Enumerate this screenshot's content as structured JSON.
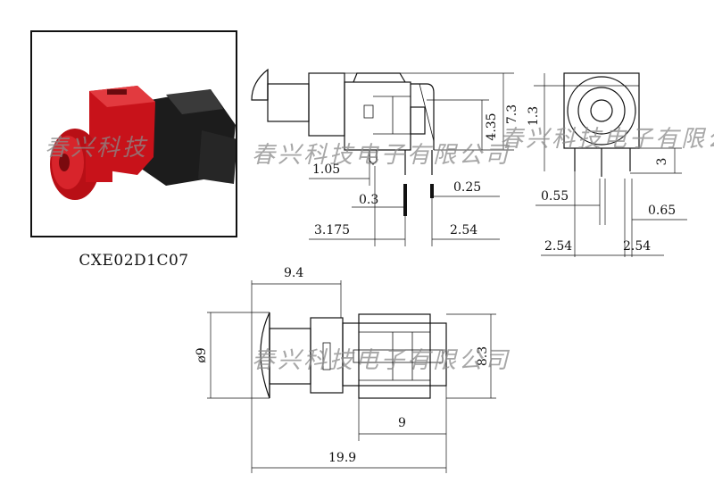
{
  "part_number": "CXE02D1C07",
  "watermark": {
    "photo": "春兴科技",
    "side_view": "春兴科技电子有限公司",
    "front_view": "春兴科技电子有限公司",
    "top_view": "春兴科技电子有限公司"
  },
  "dimensions": {
    "side_view": {
      "height_total": "7.3",
      "height_mid": "4.35",
      "offset": "1.05",
      "pin_width": "0.3",
      "pin_width_right": "0.25",
      "pin_offset": "3.175",
      "pin_pitch": "2.54"
    },
    "front_view": {
      "top_offset": "1.3",
      "pin_length": "3",
      "pin_width_left": "0.55",
      "pin_width_right": "0.65",
      "pitch_left": "2.54",
      "pitch_right": "2.54"
    },
    "top_view": {
      "button_length": "9.4",
      "diameter": "ø9",
      "body_height": "8.3",
      "body_length": "9",
      "total_length": "19.9"
    }
  },
  "colors": {
    "button_red": "#d8141c",
    "housing_black": "#1b1b1b",
    "line": "#111111"
  }
}
